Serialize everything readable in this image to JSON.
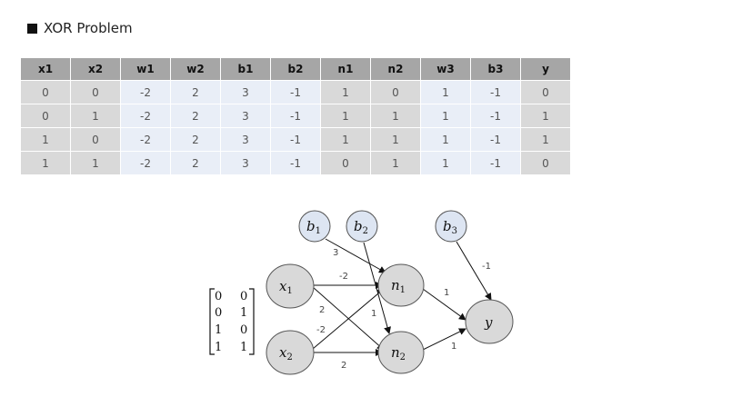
{
  "title": "XOR Problem",
  "table": {
    "headers": [
      "x1",
      "x2",
      "w1",
      "w2",
      "b1",
      "b2",
      "n1",
      "n2",
      "w3",
      "b3",
      "y"
    ],
    "rows": [
      [
        "0",
        "0",
        "-2",
        "2",
        "3",
        "-1",
        "1",
        "0",
        "1",
        "-1",
        "0"
      ],
      [
        "0",
        "1",
        "-2",
        "2",
        "3",
        "-1",
        "1",
        "1",
        "1",
        "-1",
        "1"
      ],
      [
        "1",
        "0",
        "-2",
        "2",
        "3",
        "-1",
        "1",
        "1",
        "1",
        "-1",
        "1"
      ],
      [
        "1",
        "1",
        "-2",
        "2",
        "3",
        "-1",
        "0",
        "1",
        "1",
        "-1",
        "0"
      ]
    ]
  },
  "diagram": {
    "nodes": {
      "b1": {
        "main": "b",
        "sub": "1"
      },
      "b2": {
        "main": "b",
        "sub": "2"
      },
      "b3": {
        "main": "b",
        "sub": "3"
      },
      "x1": {
        "main": "x",
        "sub": "1"
      },
      "x2": {
        "main": "x",
        "sub": "2"
      },
      "n1": {
        "main": "n",
        "sub": "1"
      },
      "n2": {
        "main": "n",
        "sub": "2"
      },
      "y": {
        "main": "y",
        "sub": ""
      }
    },
    "weights": {
      "b1_n1": "3",
      "x1_n1": "-2",
      "x1_n2": "2",
      "x2_n1": "-2",
      "x2_n2": "2",
      "b2_n2": "1",
      "n1_y": "1",
      "n2_y": "1",
      "b3_y": "-1"
    },
    "matrix": [
      [
        "0",
        "0"
      ],
      [
        "0",
        "1"
      ],
      [
        "1",
        "0"
      ],
      [
        "1",
        "1"
      ]
    ]
  },
  "colors": {
    "header_bg": "#a6a6a6",
    "gray_cell": "#d9d9d9",
    "blue_cell": "#e9eef7",
    "bias_node": "#dde5f2",
    "neuron_node": "#d9d9d9"
  }
}
